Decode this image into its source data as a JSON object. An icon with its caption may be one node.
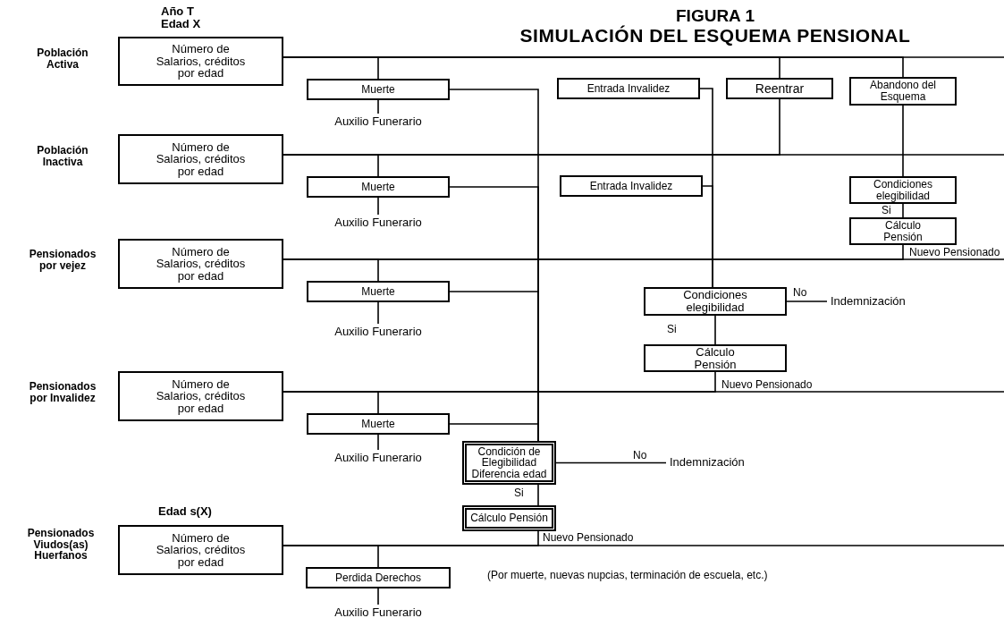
{
  "diagram": {
    "title": "SIMULACIÓN DEL ESQUEMA PENSIONAL",
    "nodes": [
      {
        "text": [
          "Número de Salarios, créditos por edad"
        ],
        "beside": [
          "Población Activa"
        ]
      },
      {
        "text": [
          "Muerte"
        ]
      },
      {
        "text": [
          "Entrada Invalidez"
        ]
      },
      {
        "text": [
          "Reentrar"
        ]
      },
      {
        "text": [
          "Abandono del Esquema"
        ]
      },
      {
        "text": [
          "Auxilio Funerario"
        ]
      },
      {
        "text": [
          "Número de Salarios, créditos por edad"
        ],
        "beside": [
          "Población Inactiva"
        ]
      },
      {
        "text": [
          "Muerte"
        ]
      },
      {
        "text": [
          "Entrada Invalidez"
        ]
      },
      {
        "text": [
          "Condiciones elegibilidad"
        ]
      },
      {
        "text": [
          "Auxilio Funerario"
        ]
      },
      {
        "text": [
          "Cálculo Pensión"
        ]
      },
      {
        "text": [
          "Número de Salarios, créditos por edad"
        ],
        "beside": [
          "Pensionados por vejez"
        ]
      },
      {
        "text": [
          "Muerte"
        ]
      },
      {
        "text": [
          "Condiciones elegibilidad"
        ]
      },
      {
        "text": [
          "Indemnización"
        ]
      },
      {
        "text": [
          "Auxilio Funerario"
        ]
      },
      {
        "text": [
          "Cálculo Pensión"
        ]
      },
      {
        "text": [
          "Número de Salarios, créditos por edad"
        ],
        "beside": [
          "Pensionados por Invalidez"
        ]
      },
      {
        "text": [
          "Muerte"
        ]
      },
      {
        "text": [
          "Auxilio Funerario"
        ]
      },
      {
        "text": [
          "Condición de Elegibilidad Diferencia edad"
        ]
      },
      {
        "text": [
          "Indemnización"
        ]
      },
      {
        "text": [
          "Cálculo Pensión"
        ]
      },
      {
        "text": [
          "Número de Salarios, créditos por edad"
        ],
        "beside": [
          "Pensionados Viudos(as) Huerfanos"
        ]
      },
      {
        "text": [
          "Perdida Derechos"
        ],
        "beside": [
          "(Por muerte, nuevas nupcias, terminación de escuela, etc.)"
        ]
      },
      {
        "text": [
          "Auxilio Funerario"
        ]
      }
    ],
    "edges": [
      {
        "from": 0,
        "to": null,
        "arrow": "none"
      },
      {
        "from": 0,
        "to": 1,
        "arrow": "none"
      },
      {
        "from": 1,
        "to": 5,
        "arrow": "none"
      },
      {
        "from": 0,
        "to": 3,
        "arrow": "none"
      },
      {
        "from": 3,
        "to": 6,
        "arrow": "none"
      },
      {
        "from": 0,
        "to": 4,
        "arrow": "none"
      },
      {
        "from": 4,
        "to": 9,
        "arrow": "none"
      },
      {
        "from": 9,
        "to": 11,
        "arrow": "none",
        "label": "Si"
      },
      {
        "from": 11,
        "to": 12,
        "arrow": "none",
        "label": "Nuevo Pensionado"
      },
      {
        "from": 2,
        "to": 14,
        "arrow": "none"
      },
      {
        "from": 8,
        "to": 14,
        "arrow": "none"
      },
      {
        "from": 6,
        "to": null,
        "arrow": "none"
      },
      {
        "from": 6,
        "to": 7,
        "arrow": "none"
      },
      {
        "from": 7,
        "to": 10,
        "arrow": "none"
      },
      {
        "from": 1,
        "to": 21,
        "arrow": "none"
      },
      {
        "from": 7,
        "to": 21,
        "arrow": "none"
      },
      {
        "from": 12,
        "to": null,
        "arrow": "none"
      },
      {
        "from": 12,
        "to": 13,
        "arrow": "none"
      },
      {
        "from": 13,
        "to": 16,
        "arrow": "none"
      },
      {
        "from": 13,
        "to": 21,
        "arrow": "none"
      },
      {
        "from": 14,
        "to": 15,
        "arrow": "none",
        "label": "No"
      },
      {
        "from": 14,
        "to": 17,
        "arrow": "none",
        "label": "Si"
      },
      {
        "from": 17,
        "to": 18,
        "arrow": "none",
        "label": "Nuevo Pensionado"
      },
      {
        "from": 18,
        "to": null,
        "arrow": "none"
      },
      {
        "from": 18,
        "to": 19,
        "arrow": "none"
      },
      {
        "from": 19,
        "to": 20,
        "arrow": "none"
      },
      {
        "from": 19,
        "to": 21,
        "arrow": "none"
      },
      {
        "from": 21,
        "to": 22,
        "arrow": "none",
        "label": "No"
      },
      {
        "from": 21,
        "to": 23,
        "arrow": "none",
        "label": "Si"
      },
      {
        "from": 23,
        "to": 24,
        "arrow": "none",
        "label": "Nuevo Pensionado"
      },
      {
        "from": 24,
        "to": null,
        "arrow": "none"
      },
      {
        "from": 24,
        "to": 25,
        "arrow": "none"
      },
      {
        "from": 25,
        "to": 26,
        "arrow": "none"
      }
    ],
    "labels": [
      "FIGURA 1",
      "Año T",
      "Edad X",
      "Edad s(X)"
    ]
  }
}
